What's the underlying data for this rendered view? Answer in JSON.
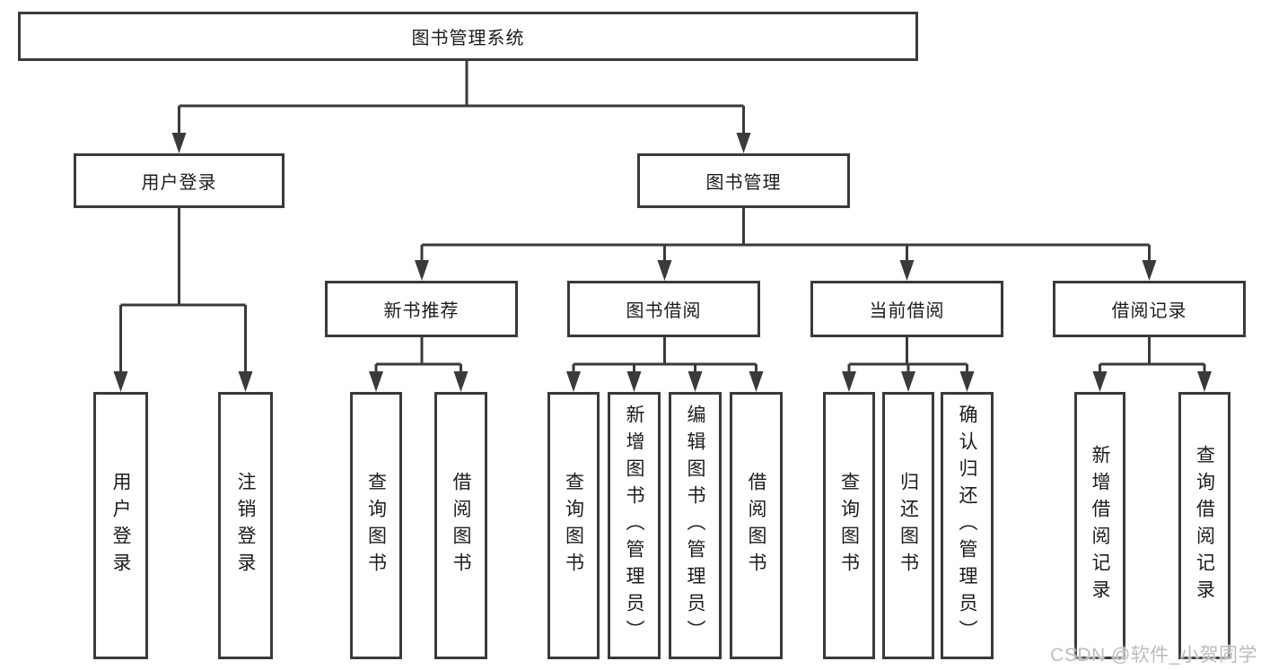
{
  "root": {
    "label": "图书管理系统"
  },
  "level2": [
    {
      "label": "用户登录"
    },
    {
      "label": "图书管理"
    }
  ],
  "level3": [
    {
      "label": "新书推荐"
    },
    {
      "label": "图书借阅"
    },
    {
      "label": "当前借阅"
    },
    {
      "label": "借阅记录"
    }
  ],
  "leaves": {
    "user_login": [
      {
        "label": "用户登录"
      },
      {
        "label": "注销登录"
      }
    ],
    "new_book": [
      {
        "label": "查询图书"
      },
      {
        "label": "借阅图书"
      }
    ],
    "borrow": [
      {
        "label": "查询图书"
      },
      {
        "label": "新增图书（管理员）"
      },
      {
        "label": "编辑图书（管理员）"
      },
      {
        "label": "借阅图书"
      }
    ],
    "current": [
      {
        "label": "查询图书"
      },
      {
        "label": "归还图书"
      },
      {
        "label": "确认归还（管理员）"
      }
    ],
    "records": [
      {
        "label": "新增借阅记录"
      },
      {
        "label": "查询借阅记录"
      }
    ]
  },
  "watermark": {
    "text": "CSDN @软件_小贺同学"
  },
  "colors": {
    "line": "#3a3a3a",
    "text": "#1c1c1c",
    "watermark": "#bcbcbc",
    "background": "#ffffff"
  }
}
